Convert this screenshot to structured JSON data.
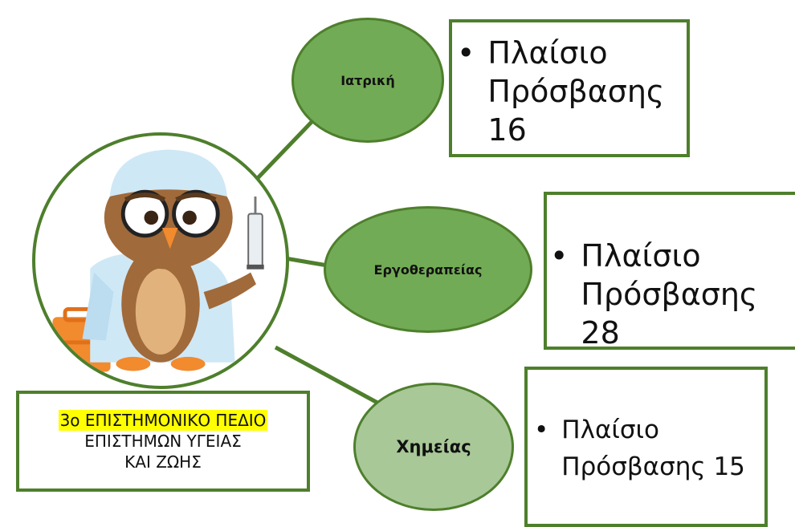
{
  "center": {
    "image": "owl-doctor-illustration",
    "field_title": "3ο ΕΠΙΣΤΗΜΟΝΙΚΟ ΠΕΔΙΟ",
    "field_line2": "ΕΠΙΣΤΗΜΩΝ ΥΓΕΙΑΣ",
    "field_line3": "ΚΑΙ ΖΩΗΣ",
    "highlight_color": "#ffff00"
  },
  "branches": [
    {
      "name": "Ιατρική",
      "info_line1": "Πλαίσιο",
      "info_line2": "Πρόσβασης",
      "info_line3": "16"
    },
    {
      "name": "Εργοθεραπείας",
      "info_line1": "Πλαίσιο",
      "info_line2": "Πρόσβασης 28"
    },
    {
      "name": "Χημείας",
      "info_line1": "Πλαίσιο",
      "info_line2": "Πρόσβασης 15"
    }
  ],
  "bullet": "•",
  "colors": {
    "border": "#4e7f2c",
    "bubble_fill": "#72ab55",
    "bubble_fill_light": "#a8c898",
    "connector": "#4e7f2c"
  }
}
